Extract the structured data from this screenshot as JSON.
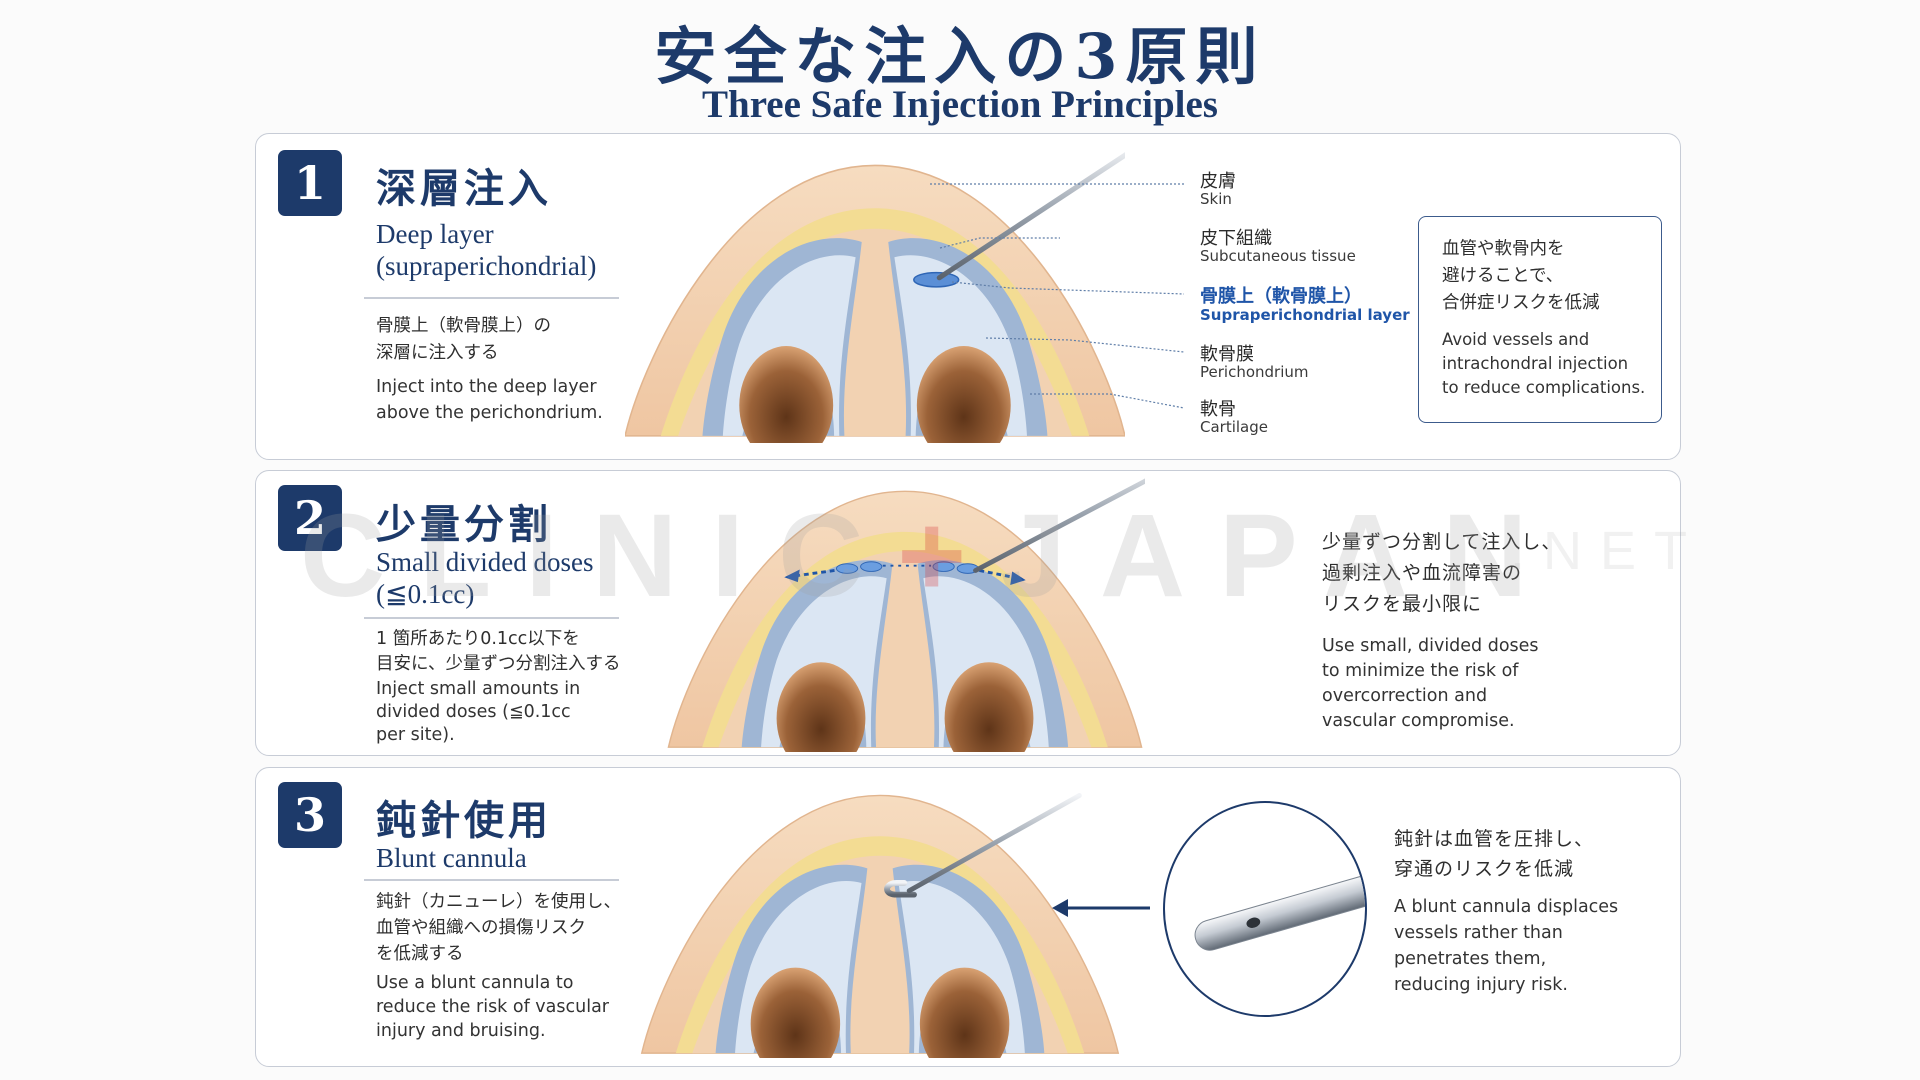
{
  "title": {
    "jp": "安全な注入の3原則",
    "en": "Three Safe Injection Principles"
  },
  "watermark": {
    "left": "CLINIC",
    "plus": "+",
    "right": "JAPAN",
    "suffix": ".NET"
  },
  "principles": [
    {
      "number": "1",
      "heading_jp": "深層注入",
      "heading_en_1": "Deep layer",
      "heading_en_2": "(supraperichondrial)",
      "desc_jp_1": "骨膜上（軟骨膜上）の",
      "desc_jp_2": "深層に注入する",
      "desc_en_1": "Inject into the deep layer",
      "desc_en_2": "above the perichondrium.",
      "layers": [
        {
          "jp": "皮膚",
          "en": "Skin"
        },
        {
          "jp": "皮下組織",
          "en": "Subcutaneous tissue"
        },
        {
          "jp": "骨膜上（軟骨膜上）",
          "en": "Supraperichondrial layer"
        },
        {
          "jp": "軟骨膜",
          "en": "Perichondrium"
        },
        {
          "jp": "軟骨",
          "en": "Cartilage"
        }
      ],
      "note_jp_1": "血管や軟骨内を",
      "note_jp_2": "避けることで、",
      "note_jp_3": "合併症リスクを低減",
      "note_en_1": "Avoid vessels and",
      "note_en_2": "intrachondral injection",
      "note_en_3": "to reduce complications."
    },
    {
      "number": "2",
      "heading_jp": "少量分割",
      "heading_en_1": "Small divided doses",
      "heading_en_2": "(≦0.1cc)",
      "desc_jp_1": "1 箇所あたり0.1cc以下を",
      "desc_jp_2": "目安に、少量ずつ分割注入する",
      "desc_en_1": "Inject small amounts in",
      "desc_en_2": "divided doses (≦0.1cc",
      "desc_en_3": "per site).",
      "note_jp_1": "少量ずつ分割して注入し、",
      "note_jp_2": "過剰注入や血流障害の",
      "note_jp_3": "リスクを最小限に",
      "note_en_1": "Use small, divided doses",
      "note_en_2": "to minimize the risk of",
      "note_en_3": "overcorrection and",
      "note_en_4": "vascular compromise."
    },
    {
      "number": "3",
      "heading_jp": "鈍針使用",
      "heading_en_1": "Blunt cannula",
      "desc_jp_1": "鈍針（カニューレ）を使用し、",
      "desc_jp_2": "血管や組織への損傷リスク",
      "desc_jp_3": "を低減する",
      "desc_en_1": "Use a blunt cannula to",
      "desc_en_2": "reduce the risk of vascular",
      "desc_en_3": "injury and bruising.",
      "note_jp_1": "鈍針は血管を圧排し、",
      "note_jp_2": "穿通のリスクを低減",
      "note_en_1": "A blunt cannula displaces",
      "note_en_2": "vessels rather than",
      "note_en_3": "penetrates them,",
      "note_en_4": "reducing injury risk."
    }
  ],
  "colors": {
    "navy": "#1d3a6a",
    "accent_blue": "#1f55a8",
    "skin": "#f2d2b2",
    "fat": "#f3dc93",
    "perichondrium": "#9fb6d4",
    "cartilage": "#dbe6f3",
    "cavity": "#8f5a35",
    "watermark_plus": "#d63c3c"
  }
}
